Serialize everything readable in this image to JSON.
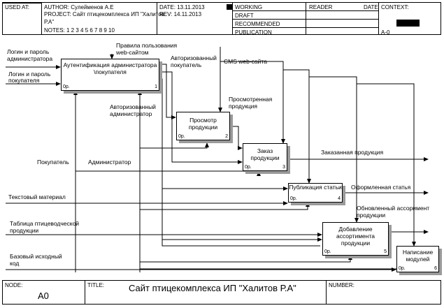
{
  "header": {
    "used_at": "USED AT:",
    "author": "AUTHOR:  Сулейменов А.Е",
    "project_line1": "PROJECT:  Сайт птицекомплекса ИП \"Халитов",
    "project_line2": "Р.А\"",
    "notes": "NOTES:  1  2  3  4  5  6  7  8  9  10",
    "date": "DATE:  13.11.2013",
    "rev": "REV:   14.11.2013",
    "working": "WORKING",
    "draft": "DRAFT",
    "recommended": "RECOMMENDED",
    "publication": "PUBLICATION",
    "reader": "READER",
    "reader_date": "DATE",
    "context": "CONTEXT:",
    "context_node": "A-0"
  },
  "boxes": [
    {
      "label": "Аутентификация администратора \\покупателя",
      "cost": "0р.",
      "num": "1"
    },
    {
      "label": "Просмотр продукции",
      "cost": "0р.",
      "num": "2"
    },
    {
      "label": "Заказ продукции",
      "cost": "0р.",
      "num": "3"
    },
    {
      "label": "Публикация статьи",
      "cost": "0р.",
      "num": "4"
    },
    {
      "label": "Добавление ассортимента продукции",
      "cost": "0р.",
      "num": "5"
    },
    {
      "label": "Написание модулей",
      "cost": "0р.",
      "num": "6"
    }
  ],
  "arrows": {
    "login_admin_1": "Логин и пароль",
    "login_admin_2": "администратора",
    "login_buyer_1": "Логин и пароль",
    "login_buyer_2": "покупателя",
    "rules_1": "Правила пользования",
    "rules_2": "web-сайтом",
    "auth_buyer_1": "Авторизованный",
    "auth_buyer_2": "покупатель",
    "cms": "CMS web-сайта",
    "viewed_1": "Просмотренная",
    "viewed_2": "продукция",
    "auth_admin_1": "Авторизованный",
    "auth_admin_2": "администратор",
    "ordered": "Заказанная продукция",
    "buyer": "Покупатель",
    "admin": "Администратор",
    "formatted": "Оформленная статья",
    "text_material": "Текстовый материал",
    "updated_1": "Обновленный ассоримент",
    "updated_2": "продукции",
    "table_1": "Таблица птицеводческой",
    "table_2": "продукции",
    "base_1": "Базовый исходный",
    "base_2": "код"
  },
  "footer": {
    "node_label": "NODE:",
    "node_value": "A0",
    "title_label": "TITLE:",
    "title_value": "Сайт птицекомплекса ИП \"Халитов Р.А\"",
    "number_label": "NUMBER:"
  }
}
